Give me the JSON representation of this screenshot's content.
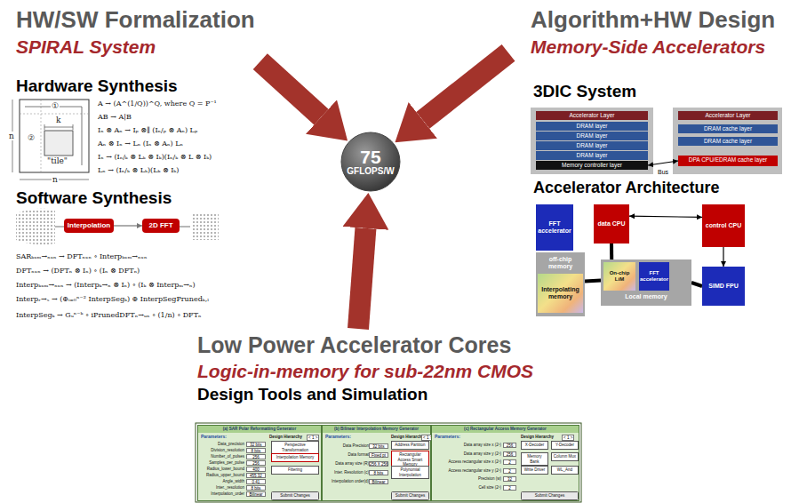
{
  "diagram": {
    "nodes": [
      {
        "text": [
          "HW/SW Formalization",
          "SPIRAL System"
        ]
      },
      {
        "text": [
          "Algorithm+HW Design",
          "Memory-Side Accelerators"
        ]
      },
      {
        "text": [
          "75",
          "GFLOPS/W"
        ]
      },
      {
        "text": [
          "Low Power Accelerator Cores",
          "Logic-in-memory for sub-22nm CMOS",
          "Design Tools and Simulation"
        ]
      },
      {
        "text": [
          "Interpolation"
        ]
      },
      {
        "text": [
          "2D FFT"
        ]
      },
      {
        "text": [
          "Accelerator Layer"
        ]
      },
      {
        "text": [
          "DRAM layer"
        ]
      },
      {
        "text": [
          "DRAM layer"
        ]
      },
      {
        "text": [
          "DRAM layer"
        ]
      },
      {
        "text": [
          "DRAM layer"
        ]
      },
      {
        "text": [
          "Memory controller layer"
        ]
      },
      {
        "text": [
          "Accelerator Layer"
        ]
      },
      {
        "text": [
          "DRAM cache layer"
        ]
      },
      {
        "text": [
          "DRAM cache layer"
        ]
      },
      {
        "text": [
          "DPA CPU/EDRAM cache layer"
        ]
      },
      {
        "text": [
          "FFT accelerator"
        ]
      },
      {
        "text": [
          "off-chip memory"
        ]
      },
      {
        "text": [
          "Interpolating memory"
        ],
        "in": 17
      },
      {
        "text": [
          "data CPU"
        ]
      },
      {
        "text": [
          "control CPU"
        ]
      },
      {
        "text": [
          "Local memory"
        ]
      },
      {
        "text": [
          "On-chip LiM"
        ],
        "in": 21
      },
      {
        "text": [
          "FFT accelerator"
        ],
        "in": 21
      },
      {
        "text": [
          "SIMD FPU"
        ]
      },
      {
        "text": [
          "(a) SAR Polar Reformatting Generator"
        ]
      },
      {
        "text": [
          "Perspective Transformation"
        ],
        "in": 25
      },
      {
        "text": [
          "Interpolation Memory"
        ],
        "in": 25
      },
      {
        "text": [
          "Filtering"
        ],
        "in": 25
      },
      {
        "text": [
          "Submit Changes"
        ],
        "in": 25
      },
      {
        "text": [
          "(b) Bilinear Interpolation Memory Generator"
        ]
      },
      {
        "text": [
          "Address Partition"
        ],
        "in": 30
      },
      {
        "text": [
          "Rectangular Access Smart Memory"
        ],
        "in": 30
      },
      {
        "text": [
          "Polynomial Interpolation"
        ],
        "in": 30
      },
      {
        "text": [
          "Submit Changes"
        ],
        "in": 30
      },
      {
        "text": [
          "(c) Rectangular Access Memory Generator"
        ]
      },
      {
        "text": [
          "X-Decoder"
        ],
        "in": 35
      },
      {
        "text": [
          "Y-Decoder"
        ],
        "in": 35
      },
      {
        "text": [
          "Memory Bank"
        ],
        "in": 35
      },
      {
        "text": [
          "Column Mux"
        ],
        "in": 35
      },
      {
        "text": [
          "Write Driver"
        ],
        "in": 35
      },
      {
        "text": [
          "WL_And"
        ],
        "in": 35
      },
      {
        "text": [
          "Submit Changes"
        ],
        "in": 35
      }
    ],
    "edges": [
      {
        "from": 0,
        "to": 2,
        "arrow": "to"
      },
      {
        "from": 1,
        "to": 2,
        "arrow": "to"
      },
      {
        "from": 3,
        "to": 2,
        "arrow": "to"
      },
      {
        "from": 4,
        "to": 5,
        "arrow": "to"
      },
      {
        "from": 11,
        "to": 15,
        "label": "Bus",
        "arrow": "both"
      },
      {
        "from": 19,
        "to": 20,
        "arrow": "both"
      },
      {
        "from": 20,
        "to": 24,
        "arrow": "to"
      },
      {
        "from": 19,
        "to": 21,
        "arrow": "none"
      },
      {
        "from": 17,
        "to": 21,
        "arrow": "none"
      },
      {
        "from": 21,
        "to": 24,
        "arrow": "none"
      }
    ],
    "labels": [
      "Hardware Synthesis",
      "①",
      "②",
      "k",
      "n",
      "\"tile\"",
      "n",
      "A → (A^(1/Q))^Q,  where Q = P⁻¹",
      "AB → A|B",
      "Iₙ ⊗ Aₙ → Iₚ ⊗∥ (Iₙ/ₚ ⊗ Aₙ) Lₚ",
      "Aₙ ⊗ Iₙ → Lₙ (Iₙ ⊗ Aₙ) Lₙ",
      "Iₙ → (Iₙ/ₖ ⊗ Lₖ ⊗ Iₖ)(Iₙ/ₖ ⊗ L ⊗ Iₖ)",
      "Lₙ → (Iₙ/ₖ ⊗ Lₖ)(Lₖ ⊗ Iₖ)",
      "Software Synthesis",
      "SARₖₓₘ→ₙₓₙ → DFTₙₓₙ ∘ Interpₖₓₘ→ₙₓₙ",
      "DFTₙₓₙ → (DFTₙ ⊗ Iₙ) ∘ (Iₙ ⊗ DFTₙ)",
      "Interpₖₓₘ→ₙₓₙ → (Interpₖ→ₙ ⊗ Iₙ) ∘ (Iₖ ⊗ Interpₘ→ₙ)",
      "Interpᵣ→ₛ → (⊕ᵢ₌₀ⁿ⁻² InterpSegₖ) ⊕ InterpSegPrunedₖ,ₗ",
      "InterpSegₖ → Gᵤⁿ⁻ᵏ ∘ iPrunedDFTₙ→ᵤₙ ∘ (1/n) ∘ DFTₙ",
      "3DIC System",
      "Accelerator Architecture",
      "Parameters:",
      "Data_precision",
      "32 bits",
      "Division_resolution",
      "8 bits",
      "Number_of_pulses",
      "256",
      "Samples_per_pulse",
      "256",
      "Radius_lower_bound",
      "400",
      "Radius_upper_bound",
      "455.32",
      "Angle_width",
      "0.41",
      "Inter._resolution",
      "8 bits",
      "Interpolation_order",
      "Bilinear",
      "Design Hierarchy",
      "< 1 >",
      "Parameters:",
      "Data Precision",
      "32 bits",
      "Data format",
      "Fixed pt",
      "Data array size (R)",
      "256 X 256",
      "Inter. Resolution (c)",
      "8 bits",
      "Interpolation order(d)",
      "Bilinear",
      "Design Hierarchy",
      "< 1 >",
      "Parameters:",
      "Data array size x (2ⁿ)",
      "256",
      "Data array size y (2ⁿ)",
      "256",
      "Access rectangular size x (2ⁿ)",
      "2",
      "Access rectangular size y (2ⁿ)",
      "2",
      "Precision (w)",
      "32",
      "Cell size (2ⁿ)",
      "2",
      "Design Hierarchy",
      "< 1 >"
    ]
  }
}
